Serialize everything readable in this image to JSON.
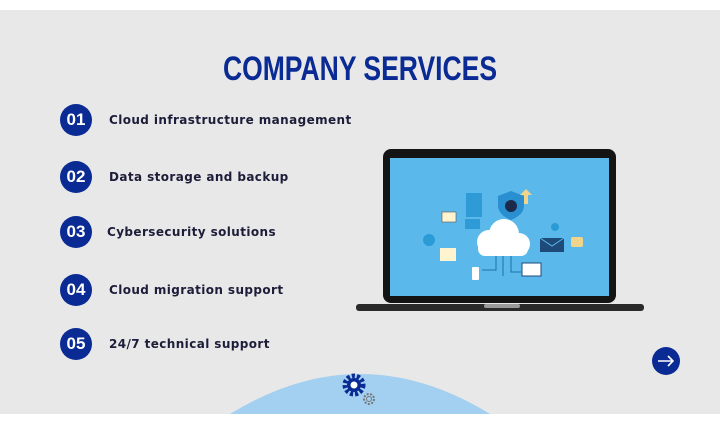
{
  "title": "COMPANY SERVICES",
  "services": [
    {
      "num": "01",
      "label": "Cloud infrastructure management"
    },
    {
      "num": "02",
      "label": "Data storage and backup"
    },
    {
      "num": "03",
      "label": "Cybersecurity solutions"
    },
    {
      "num": "04",
      "label": "Cloud migration support"
    },
    {
      "num": "05",
      "label": "24/7 technical support"
    }
  ],
  "colors": {
    "accent": "#0a2a94",
    "background": "#e8e8e8",
    "screen": "#5bb8ea"
  }
}
